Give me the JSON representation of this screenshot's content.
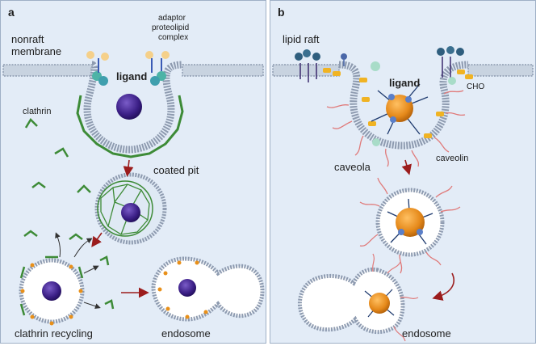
{
  "panel_a": {
    "letter": "a",
    "nonraft_membrane": [
      "nonraft",
      "membrane"
    ],
    "adaptor_complex": [
      "adaptor",
      "proteolipid",
      "complex"
    ],
    "ligand": "ligand",
    "clathrin": "clathrin",
    "coated_pit": "coated pit",
    "clathrin_recycling": "clathrin recycling",
    "endosome": "endosome"
  },
  "panel_b": {
    "letter": "b",
    "lipid_raft": "lipid raft",
    "ligand": "ligand",
    "cho": "CHO",
    "caveolin": "caveolin",
    "caveola": "caveola",
    "endosome": "endosome"
  },
  "colors": {
    "panel_bg": "#e3ecf7",
    "membrane": "#9aa6b8",
    "clathrin": "#3d8b37",
    "ligand_purple": "#4a2c97",
    "ligand_orange": "#e8901a",
    "caveolin": "#e07a7a",
    "cholesterol": "#f0b323",
    "arrow": "#9b1c1c"
  }
}
